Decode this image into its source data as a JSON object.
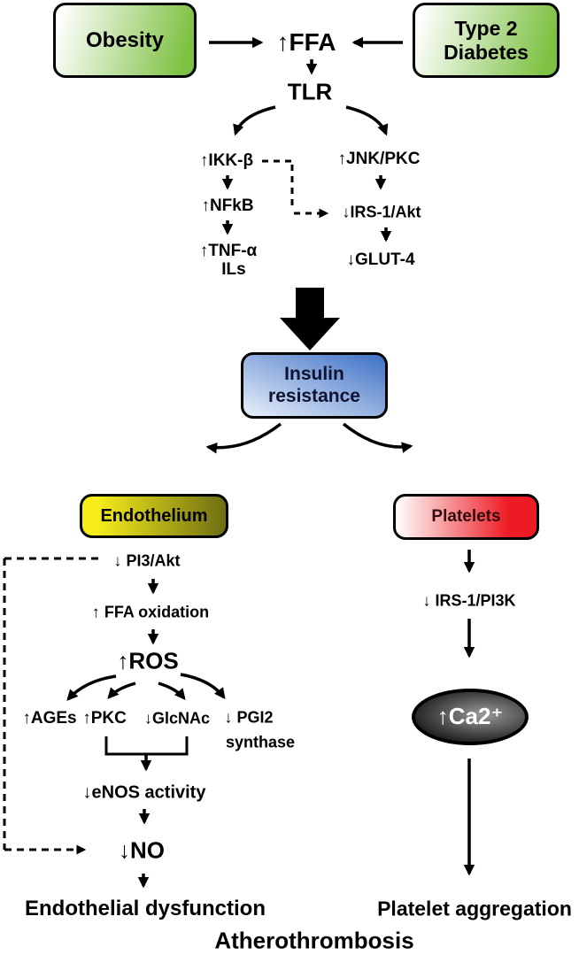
{
  "diagram": {
    "top": {
      "obesity": "Obesity",
      "type2": "Type 2\nDiabetes",
      "ffa": "↑FFA",
      "tlr": "TLR"
    },
    "inflammation": {
      "ikk": "↑IKK-β",
      "nfkb": "↑NFkB",
      "tnf": "↑TNF-α",
      "ils": "ILs",
      "jnk": "↑JNK/PKC",
      "irs1akt": "↓IRS-1/Akt",
      "glut4": "↓GLUT-4"
    },
    "insulin_resistance": "Insulin\nresistance",
    "endothelium": {
      "title": "Endothelium",
      "pi3akt": "↓ PI3/Akt",
      "ffa_oxidation": "↑ FFA oxidation",
      "ros": "↑ROS",
      "ages": "↑AGEs",
      "pkc": "↑PKC",
      "glcnac": "↓GlcNAc",
      "pgi2_line1": "↓ PGI2",
      "pgi2_line2": "synthase",
      "enos": "↓eNOS activity",
      "no": "↓NO",
      "outcome": "Endothelial dysfunction"
    },
    "platelets": {
      "title": "Platelets",
      "irs1pi3k": "↓ IRS-1/PI3K",
      "ca": "↑Ca2⁺",
      "outcome": "Platelet aggregation"
    },
    "final_outcome": "Atherothrombosis",
    "colors": {
      "green_light": "#f4faee",
      "green": "#7dc142",
      "blue_light": "#e9f0fa",
      "blue": "#4677c8",
      "yellow": "#f6ed1b",
      "olive": "#6e6e12",
      "red_light": "#fdeff0",
      "red": "#ed1c24",
      "gray_dark": "#0f0f0f",
      "gray_light": "#9a9a9a"
    }
  }
}
